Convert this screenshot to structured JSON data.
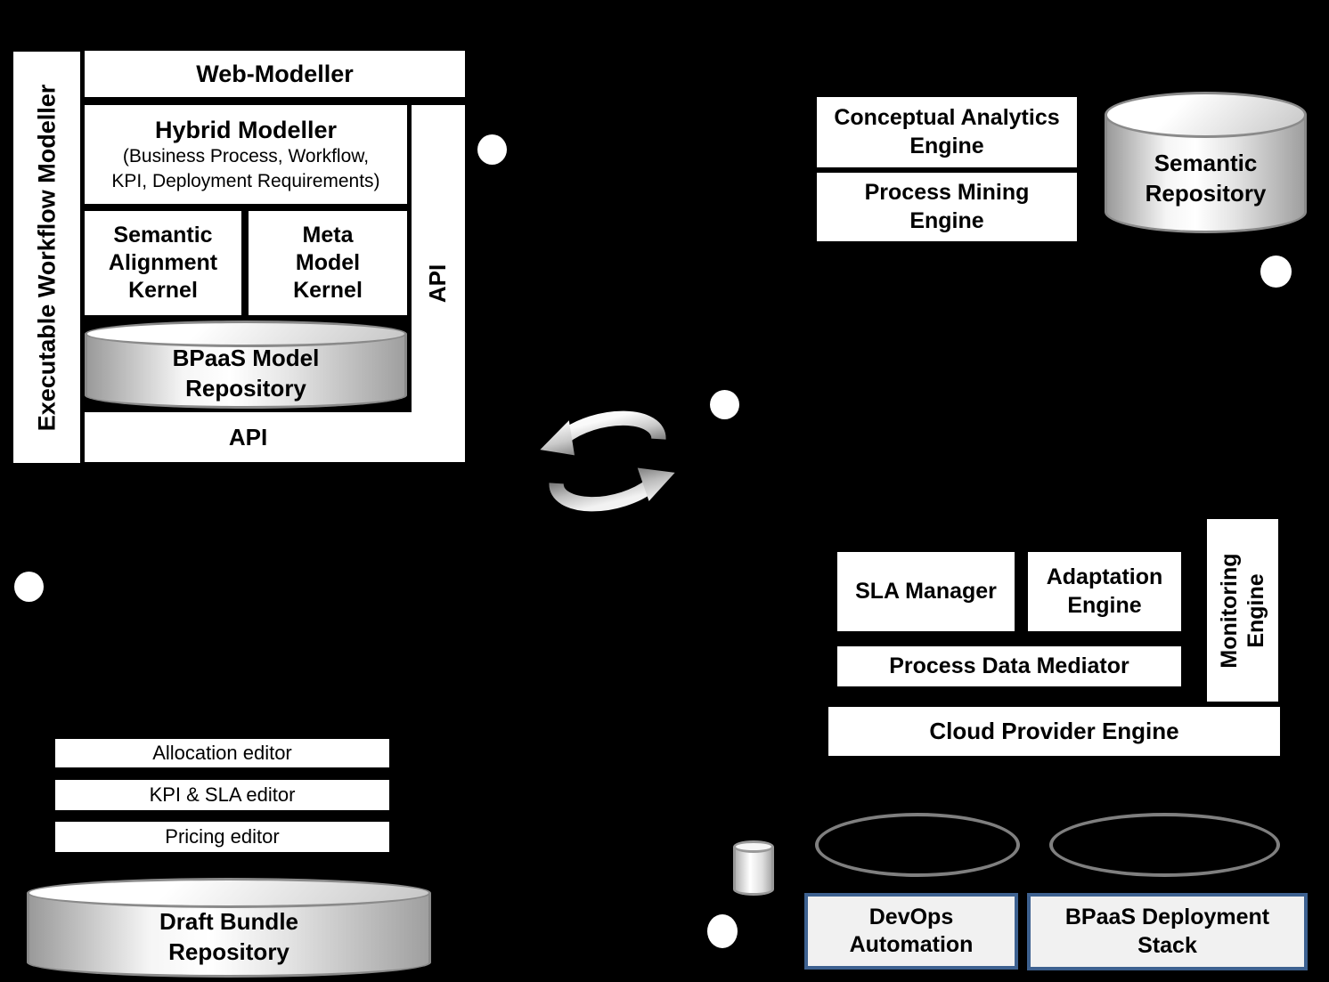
{
  "colors": {
    "background": "#000000",
    "box_background": "#ffffff",
    "text": "#000000",
    "cylinder_stroke": "#8a8a8a",
    "cloud_ellipse_stroke": "#7f7f7f",
    "deploy_box_border": "#3d6190",
    "deploy_box_background": "#f1f1f1"
  },
  "workflow_modeller": {
    "side_label": "Executable Workflow Modeller",
    "web_modeller_label": "Web-Modeller",
    "hybrid_modeller_title": "Hybrid Modeller",
    "hybrid_modeller_subtitle_line1": "(Business Process, Workflow,",
    "hybrid_modeller_subtitle_line2": "KPI, Deployment Requirements)",
    "semantic_alignment_kernel_label": "Semantic Alignment Kernel",
    "meta_model_kernel_label": "Meta Model Kernel",
    "bpaas_model_repository_label": "BPaaS Model Repository",
    "api_side_label": "API",
    "api_bottom_label": "API"
  },
  "analytics": {
    "conceptual_analytics_engine_label": "Conceptual Analytics Engine",
    "process_mining_engine_label": "Process Mining Engine",
    "semantic_repository_label": "Semantic Repository"
  },
  "execution_environment": {
    "sla_manager_label": "SLA Manager",
    "adaptation_engine_label": "Adaptation Engine",
    "process_data_mediator_label": "Process Data Mediator",
    "monitoring_engine_label": "Monitoring Engine",
    "cloud_provider_engine_label": "Cloud Provider Engine"
  },
  "bundle_design": {
    "allocation_editor_label": "Allocation editor",
    "kpi_sla_editor_label": "KPI & SLA editor",
    "pricing_editor_label": "Pricing editor",
    "draft_bundle_repository_label": "Draft Bundle Repository"
  },
  "deployment": {
    "devops_automation_label": "DevOps Automation",
    "bpaas_deployment_stack_label": "BPaaS Deployment Stack"
  }
}
